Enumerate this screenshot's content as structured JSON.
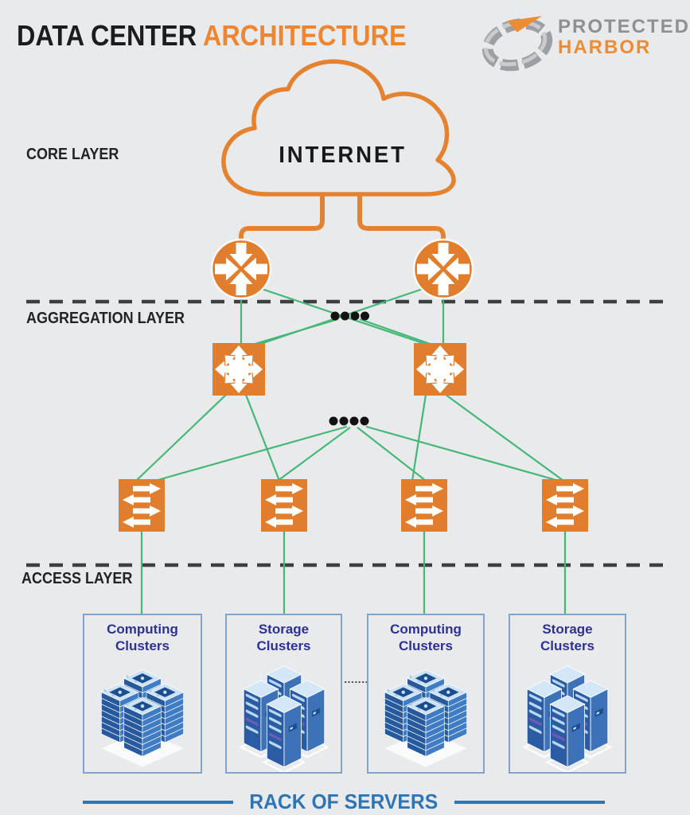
{
  "header": {
    "title_primary": "DATA CENTER ",
    "title_accent": "ARCHITECTURE",
    "brand": {
      "name_top": "PROTECTED",
      "name_bottom": "HARBOR"
    }
  },
  "layers": {
    "core": "CORE LAYER",
    "aggregation": "AGGREGATION LAYER",
    "access": "ACCESS LAYER"
  },
  "cloud": {
    "label": "INTERNET"
  },
  "clusters": [
    {
      "line1": "Computing",
      "line2": "Clusters",
      "type": "computing"
    },
    {
      "line1": "Storage",
      "line2": "Clusters",
      "type": "storage"
    },
    {
      "line1": "Computing",
      "line2": "Clusters",
      "type": "computing"
    },
    {
      "line1": "Storage",
      "line2": "Clusters",
      "type": "storage"
    }
  ],
  "footer": {
    "label": "RACK OF SERVERS"
  },
  "colors": {
    "accent_orange": "#ee8531",
    "icon_orange": "#e17e2e",
    "line_green": "#45b878",
    "rack_blue": "#2e75b6",
    "cluster_navy": "#2e3192",
    "brand_gray": "#8e9194",
    "background_gray": "#e9eaeb"
  }
}
